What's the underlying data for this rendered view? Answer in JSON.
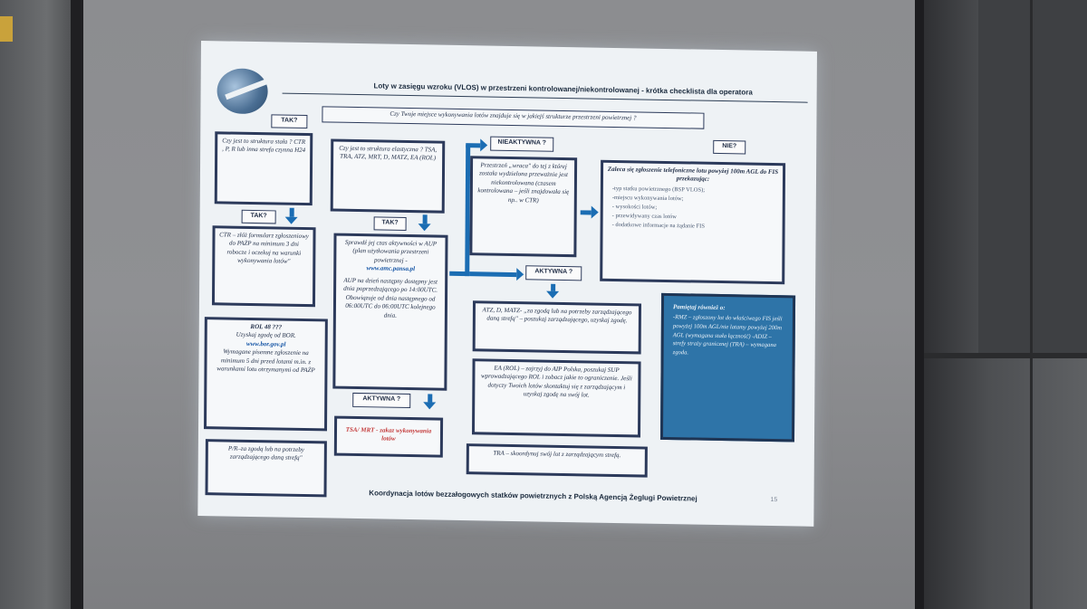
{
  "slide": {
    "title": "Loty w zasięgu wzroku (VLOS) w przestrzeni kontrolowanej/niekontrolowanej - krótka checklista dla operatora",
    "footer": "Koordynacja lotów bezzałogowych statków powietrznych z Polską Agencją Żeglugi Powietrznej",
    "page_number": "15"
  },
  "question": "Czy Twoje miejsce wykonywania lotów znajduje się w jakiejś strukturze przestrzeni powietrznej ?",
  "labels": {
    "tak_top": "TAK?",
    "nie": "NIE?",
    "tak_left": "TAK?",
    "tak_mid": "TAK?",
    "nieaktywna": "NIEAKTYWNA ?",
    "aktywna_right": "AKTYWNA ?",
    "aktywna_bottom": "AKTYWNA ?"
  },
  "boxes": {
    "stala": "Czy jest to struktura stała ? CTR , P, R lub inna strefa czynna H24",
    "ctr": "CTR – złóż formularz zgłoszeniowy do PAŻP na minimum 3 dni robocze i oczekuj na warunki wykonywania lotów\"",
    "rol48_title": "ROL 48 ???",
    "rol48_line1": "Uzyskaj zgodę od BOR.",
    "rol48_link": "www.bor.gov.pl",
    "rol48_line2": "Wymagane pisemne zgłoszenie na minimum 5 dni przed lotami m.in. z warunkami lotu otrzymanymi od PAŻP",
    "pr": "P/R–za zgodą lub na potrzeby zarządzającego daną strefą\"",
    "elastyczna": "Czy jest to struktura elastyczna ? TSA, TRA, ATZ, MRT, D, MATZ, EA (ROL)",
    "aup_line1": "Sprawdź jej czas aktywności w AUP (plan użytkowania przestrzeni powietrznej -",
    "aup_link": "www.amc.pansa.pl",
    "aup_line2": "AUP na dzień następny dostępny jest dnia poprzedzającego po 14:00UTC. Obowiązuje od dnia następnego od 06:00UTC do 06:00UTC kolejnego dnia.",
    "tsa_mrt": "TSA/ MRT - zakaz wykonywania lotów",
    "przestrzen": "Przestrzeń „wraca\" do tej z której została wydzielona przeważnie jest niekontrolowana (czasem kontrolowana – jeśli znajdowała się np.. w CTR)",
    "atz": "ATZ, D, MATZ- „za zgodą lub na potrzeby zarządzającego daną strefą\" – poszukaj zarządzającego, uzyskaj zgodę.",
    "ea_rol": "EA (ROL) – zajrzyj do AIP Polska, poszukaj SUP wprowadzającego ROL i zobacz jakie to ograniczenie. Jeśli dotyczy Twoich lotów skontaktuj się z zarządzającym i uzyskaj zgodę na swój lot.",
    "tra": "TRA – skoordynuj swój lot z zarządzającym strefą.",
    "zalecane_title": "Zaleca się zgłoszenie telefoniczne lotu powyżej 100m AGL do FIS przekazując:",
    "zalecane_items": [
      "-typ statku powietrznego (BSP VLOS);",
      "-miejscu wykonywania lotów;",
      "- wysokości lotów;",
      "- przewidywany czas lotów",
      "- dodatkowe informacje na żądanie FIS"
    ],
    "pamietaj_title": "Pamiętaj również o:",
    "pamietaj_text": "-RMZ – zgłoszony lot do właściwego FIS jeśli powyżej 100m AGL/nie latamy powyżej 200m AGL (wymagana stała łączność) -ADIZ – strefy straży granicznej (TRA) – wymagana zgoda."
  },
  "colors": {
    "arrow": "#1b6db3",
    "box_border": "#2c3a5b",
    "note_fill": "#2e74a8"
  }
}
